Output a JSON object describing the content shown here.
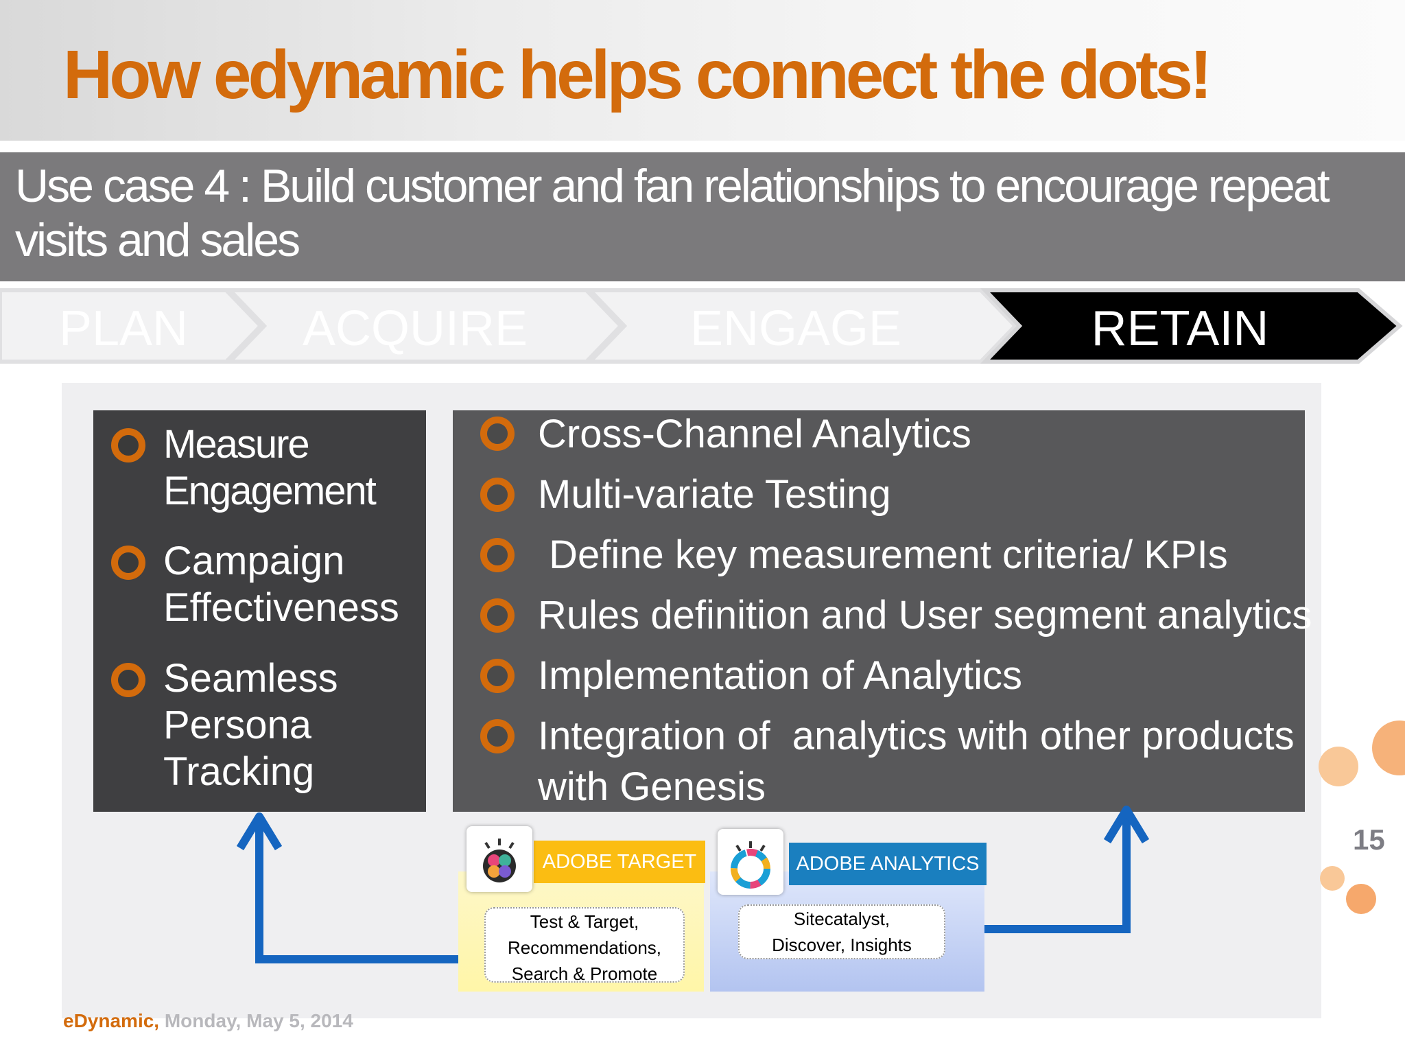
{
  "slide": {
    "title": "How edynamic helps connect the dots!",
    "use_case": "Use case 4 : Build customer and fan relationships to encourage repeat visits and sales"
  },
  "stages": [
    {
      "label": "PLAN",
      "active": false
    },
    {
      "label": "ACQUIRE",
      "active": false
    },
    {
      "label": "ENGAGE",
      "active": false
    },
    {
      "label": "RETAIN",
      "active": true
    }
  ],
  "left_items": [
    "Measure Engagement",
    "Campaign Effectiveness",
    "Seamless Persona Tracking"
  ],
  "right_items": [
    "Cross-Channel Analytics",
    "Multi-variate Testing",
    " Define key measurement criteria/ KPIs",
    "Rules definition and User segment analytics",
    "Implementation of Analytics",
    "Integration of  analytics with other products",
    "with Genesis"
  ],
  "products": {
    "target": {
      "name": "ADOBE TARGET",
      "desc_lines": [
        "Test & Target,",
        "Recommendations,",
        "Search & Promote"
      ]
    },
    "analytics": {
      "name": "ADOBE ANALYTICS",
      "desc_lines": [
        "Sitecatalyst,",
        "Discover, Insights"
      ]
    }
  },
  "footer": {
    "company": "eDynamic",
    "date": "Monday, May 5, 2014"
  },
  "page_number": "15",
  "colors": {
    "accent_orange": "#d36b0c",
    "band_gray": "#7b7a7c",
    "left_box": "#3f3f41",
    "right_box": "#58585a",
    "arrow_blue": "#1565c0",
    "target_yellow": "#fbbd12",
    "analytics_blue": "#1a7fbf"
  }
}
